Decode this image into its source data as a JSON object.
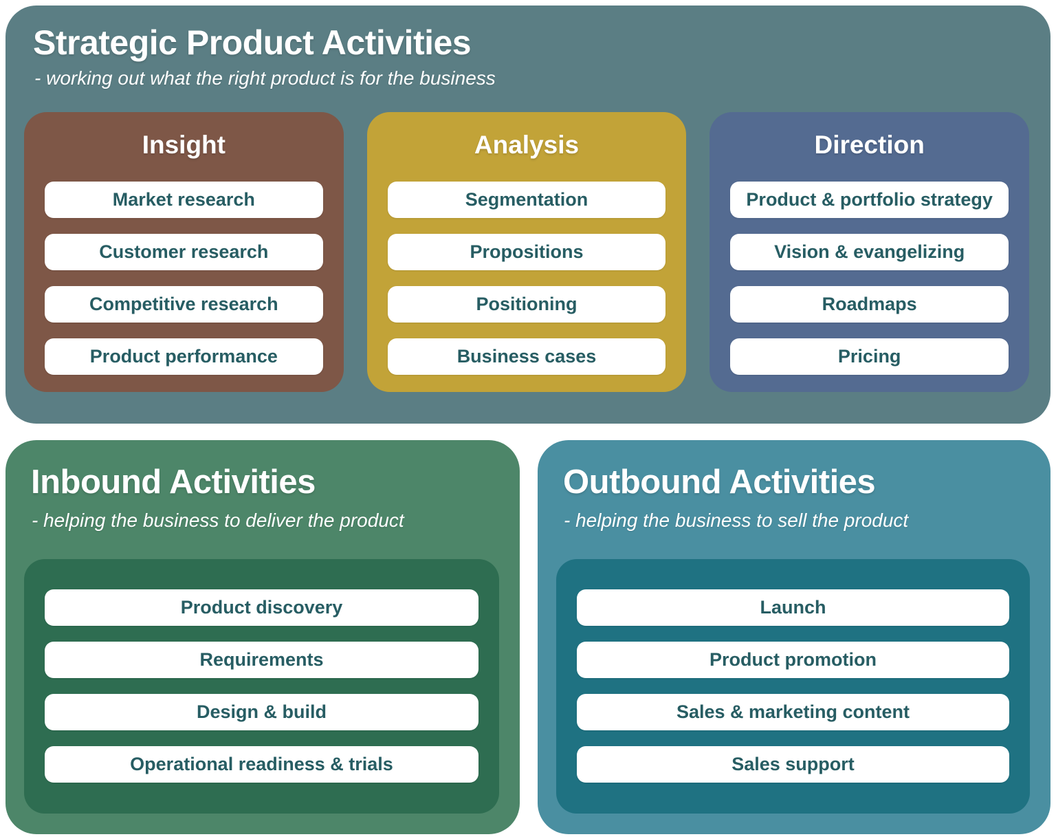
{
  "strategic": {
    "title": "Strategic Product Activities",
    "subtitle": "- working out what the right product is for the business",
    "columns": [
      {
        "title": "Insight",
        "items": [
          "Market research",
          "Customer research",
          "Competitive research",
          "Product performance"
        ]
      },
      {
        "title": "Analysis",
        "items": [
          "Segmentation",
          "Propositions",
          "Positioning",
          "Business cases"
        ]
      },
      {
        "title": "Direction",
        "items": [
          "Product & portfolio strategy",
          "Vision & evangelizing",
          "Roadmaps",
          "Pricing"
        ]
      }
    ]
  },
  "inbound": {
    "title": "Inbound Activities",
    "subtitle": "- helping the business to deliver the product",
    "items": [
      "Product discovery",
      "Requirements",
      "Design & build",
      "Operational readiness & trials"
    ]
  },
  "outbound": {
    "title": "Outbound Activities",
    "subtitle": "- helping the business to sell the product",
    "items": [
      "Launch",
      "Product promotion",
      "Sales & marketing content",
      "Sales support"
    ]
  },
  "colors": {
    "strategic_panel_bg": "#5b7e84",
    "insight_column_bg": "#7e5747",
    "analysis_column_bg": "#c2a338",
    "direction_column_bg": "#546b91",
    "inbound_panel_bg": "#4d8669",
    "inbound_inner_bg": "#2e6d51",
    "outbound_panel_bg": "#4a8fa1",
    "outbound_inner_bg": "#1f7282",
    "card_bg": "#ffffff",
    "card_text": "#275d63",
    "title_text": "#ffffff"
  }
}
